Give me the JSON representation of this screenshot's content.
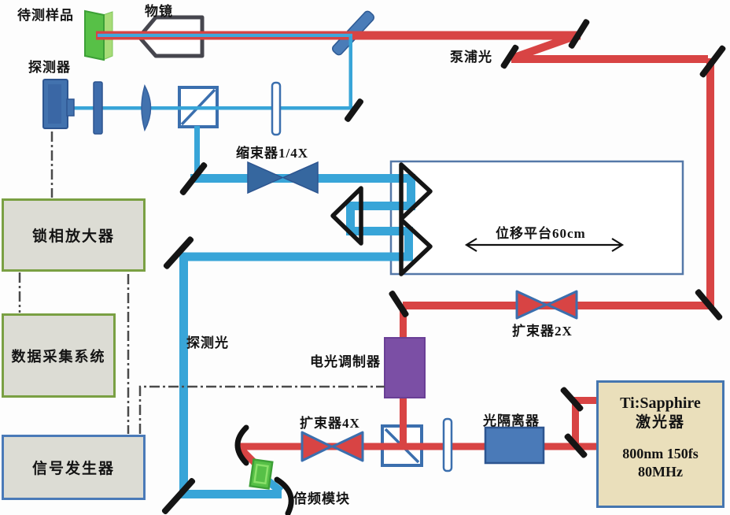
{
  "diagram": {
    "title_implied": "pump-probe optical setup",
    "labels": {
      "sample": "待测样品",
      "objective": "物镜",
      "detector": "探测器",
      "reducer": "缩束器1/4X",
      "pump_light": "泵浦光",
      "stage": "位移平台60cm",
      "lockin": "锁相放大器",
      "daq": "数据采集系统",
      "probe_light": "探测光",
      "eom": "电光调制器",
      "expander2x": "扩束器2X",
      "expander4x": "扩束器4X",
      "isolator": "光隔离器",
      "shg": "倍频模块",
      "siggen": "信号发生器"
    },
    "laser": {
      "line1": "Ti:Sapphire",
      "line2": "激光器",
      "line3": "800nm 150fs",
      "line4": "80MHz"
    },
    "colors": {
      "pump_beam_red": "#d84444",
      "probe_beam_blue": "#38a5d8",
      "component_steel_blue": "#4272ae",
      "cube_border_blue": "#3b6fae",
      "eom_purple": "#7b4fa5",
      "sample_green": "#57c047",
      "laser_box_fill": "#eadfbb",
      "instrument_fill": "#dcdcd4",
      "green_box_border": "#7aa043",
      "blue_box_border": "#4a7ab8",
      "mirror_black": "#151515",
      "signal_wire_gray": "#4a4a4a"
    }
  }
}
